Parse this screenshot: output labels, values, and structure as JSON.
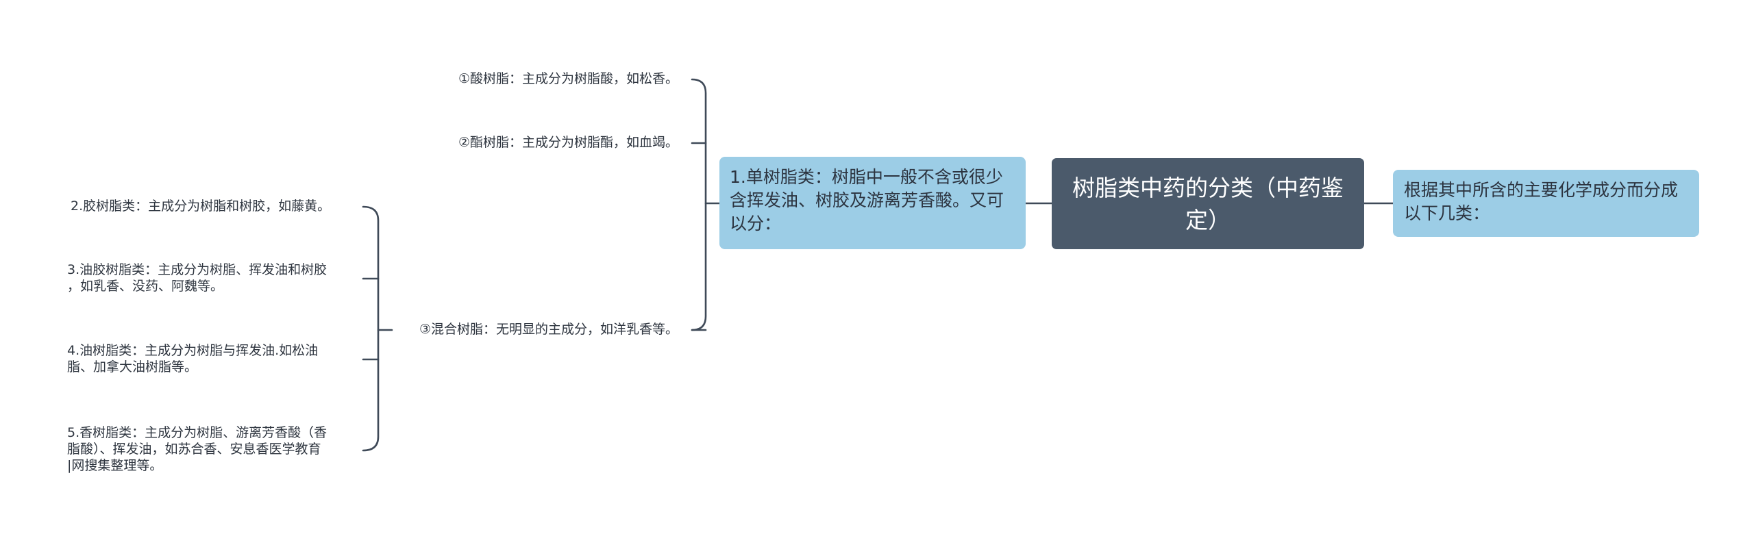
{
  "root": {
    "title": "树脂类中药的分类（中药鉴定）"
  },
  "right_node": {
    "text": "根据其中所含的主要化学成分而分成以下几类："
  },
  "branch": {
    "text": "1.单树脂类：树脂中一般不含或很少含挥发油、树胶及游离芳香酸。又可以分："
  },
  "sub_items": [
    {
      "lines": [
        "①酸树脂：主成分为树脂酸，如松香。"
      ]
    },
    {
      "lines": [
        "②酯树脂：主成分为树脂酯，如血竭。"
      ]
    },
    {
      "lines": [
        "③混合树脂：无明显的主成分，如洋乳香等。"
      ]
    }
  ],
  "mixed_items": [
    {
      "lines": [
        "2.胶树脂类：主成分为树脂和树胶，如藤黄。"
      ]
    },
    {
      "lines": [
        "3.油胶树脂类：主成分为树脂、挥发油和树胶",
        "，如乳香、没药、阿魏等。"
      ]
    },
    {
      "lines": [
        "4.油树脂类：主成分为树脂与挥发油.如松油",
        "脂、加拿大油树脂等。"
      ]
    },
    {
      "lines": [
        "5.香树脂类：主成分为树脂、游离芳香酸（香",
        "脂酸）、挥发油，如苏合香、安息香医学教育",
        "|网搜集整理等。"
      ]
    }
  ]
}
